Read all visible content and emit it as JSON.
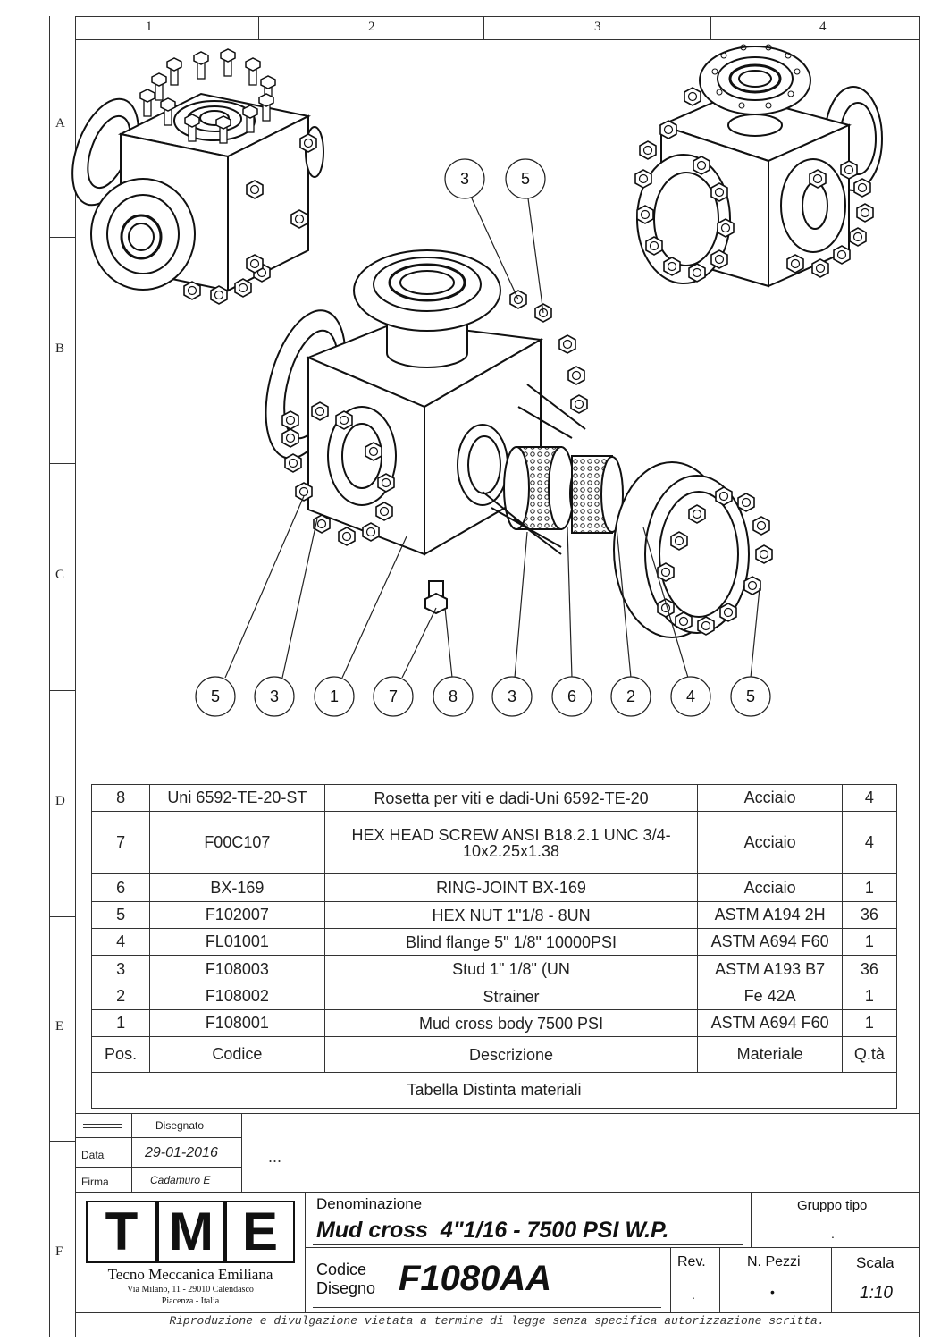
{
  "zones": {
    "columns": [
      "1",
      "2",
      "3",
      "4"
    ],
    "rows": [
      "A",
      "B",
      "C",
      "D",
      "E",
      "F"
    ]
  },
  "balloons": {
    "top": [
      "3",
      "5"
    ],
    "bottom": [
      "5",
      "3",
      "1",
      "7",
      "8",
      "3",
      "6",
      "2",
      "4",
      "5"
    ]
  },
  "bom": {
    "rows": [
      {
        "pos": "8",
        "code": "Uni 6592-TE-20-ST",
        "desc": "Rosetta per viti e dadi-Uni 6592-TE-20",
        "mat": "Acciaio",
        "qty": "4"
      },
      {
        "pos": "7",
        "code": "F00C107",
        "desc": "HEX HEAD SCREW ANSI B18.2.1 UNC  3/4-10x2.25x1.38",
        "mat": "Acciaio",
        "qty": "4"
      },
      {
        "pos": "6",
        "code": "BX-169",
        "desc": "RING-JOINT BX-169",
        "mat": "Acciaio",
        "qty": "1"
      },
      {
        "pos": "5",
        "code": "F102007",
        "desc": "HEX NUT 1\"1/8 - 8UN",
        "mat": "ASTM A194 2H",
        "qty": "36"
      },
      {
        "pos": "4",
        "code": "FL01001",
        "desc": "Blind flange 5\" 1/8\" 10000PSI",
        "mat": "ASTM A694 F60",
        "qty": "1"
      },
      {
        "pos": "3",
        "code": "F108003",
        "desc": "Stud 1\" 1/8\" (UN",
        "mat": "ASTM A193 B7",
        "qty": "36"
      },
      {
        "pos": "2",
        "code": "F108002",
        "desc": "Strainer",
        "mat": "Fe 42A",
        "qty": "1"
      },
      {
        "pos": "1",
        "code": "F108001",
        "desc": "Mud cross body 7500 PSI",
        "mat": "ASTM A694 F60",
        "qty": "1"
      }
    ],
    "headers": {
      "pos": "Pos.",
      "code": "Codice",
      "desc": "Descrizione",
      "mat": "Materiale",
      "qty": "Q.tà"
    },
    "caption": "Tabella Distinta materiali"
  },
  "title_block": {
    "disegnato_label": "Disegnato",
    "data_label": "Data",
    "data_value": "29-01-2016",
    "firma_label": "Firma",
    "firma_value": "Cadamuro E",
    "notes": "...",
    "logo_letters": [
      "T",
      "M",
      "E"
    ],
    "company_name": "Tecno Meccanica Emiliana",
    "company_address": "Via Milano, 11 - 29010 Calendasco",
    "company_city": "Piacenza - Italia",
    "denominazione_label": "Denominazione",
    "denominazione_value": "Mud cross  4\"1/16 - 7500 PSI W.P.",
    "gruppo_label": "Gruppo tipo",
    "gruppo_value": ".",
    "codice_label_1": "Codice",
    "codice_label_2": "Disegno",
    "codice_value": "F1080AA",
    "rev_label": "Rev.",
    "rev_value": ".",
    "pezzi_label": "N. Pezzi",
    "pezzi_value": "•",
    "scala_label": "Scala",
    "scala_value": "1:10"
  },
  "footer": "Riproduzione e divulgazione vietata a termine di legge senza specifica autorizzazione scritta."
}
